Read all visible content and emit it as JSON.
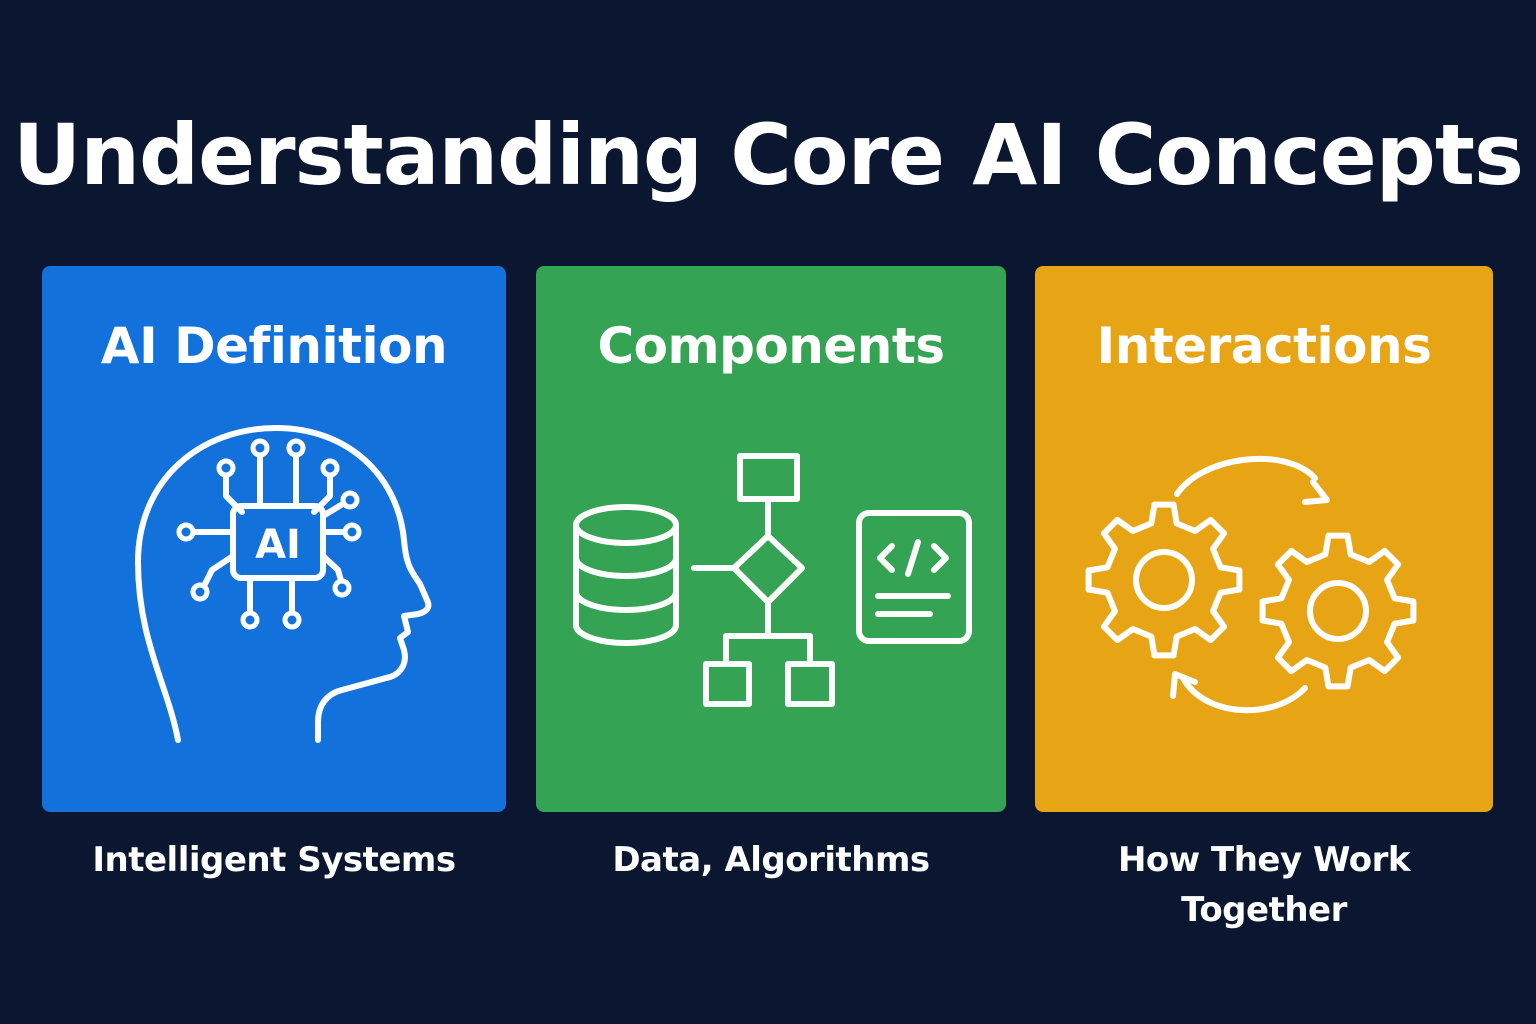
{
  "title": "Understanding Core AI Concepts",
  "colors": {
    "background": "#0b1630",
    "definition": "#1371dc",
    "components": "#34a353",
    "interactions": "#e7a414"
  },
  "cards": [
    {
      "title": "AI Definition",
      "caption": "Intelligent Systems",
      "icon": "head-with-ai-chip-icon",
      "chip_text": "AI"
    },
    {
      "title": "Components",
      "caption": "Data, Algorithms",
      "icon": "database-flowchart-code-icon"
    },
    {
      "title": "Interactions",
      "caption": "How They Work Together",
      "icon": "gears-cycle-icon"
    }
  ]
}
